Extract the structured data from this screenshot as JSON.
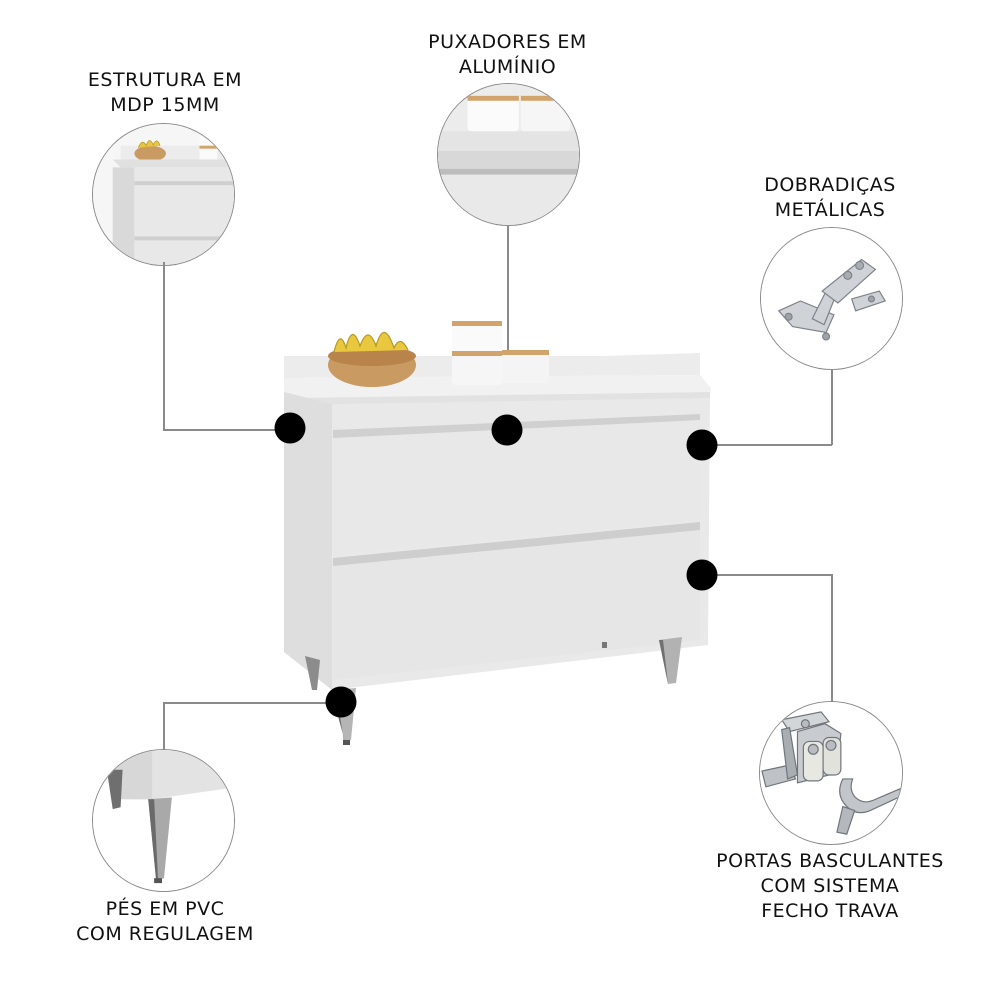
{
  "features": [
    {
      "id": "estrutura",
      "lines": [
        "ESTRUTURA EM",
        "MDP 15MM"
      ]
    },
    {
      "id": "puxadores",
      "lines": [
        "PUXADORES EM",
        "ALUMÍNIO"
      ]
    },
    {
      "id": "dobradicas",
      "lines": [
        "DOBRADIÇAS",
        "METÁLICAS"
      ]
    },
    {
      "id": "portas",
      "lines": [
        "PORTAS BASCULANTES",
        "COM SISTEMA",
        "FECHO TRAVA"
      ]
    },
    {
      "id": "pes",
      "lines": [
        "PÉS EM PVC",
        "COM REGULAGEM"
      ]
    }
  ],
  "colors": {
    "background": "#ffffff",
    "furniture": "#e6e6e6",
    "marker": "#000000",
    "connector": "#8a8a8a"
  },
  "product": {
    "type": "kitchen-cabinet",
    "drawers": 2,
    "legs": 4
  }
}
